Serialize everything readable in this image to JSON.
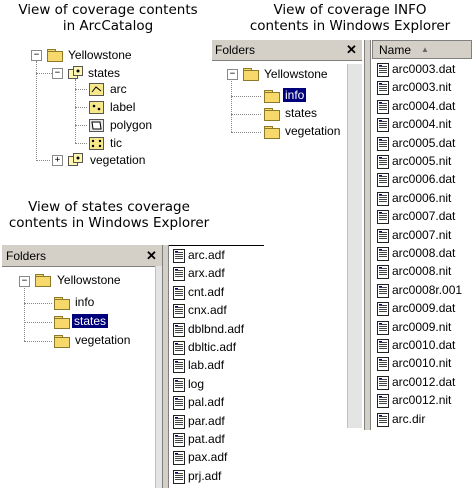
{
  "captions": {
    "arccatalog": [
      "View of coverage contents",
      "in ArcCatalog"
    ],
    "info_explorer": [
      "View of coverage INFO",
      "contents in Windows Explorer"
    ],
    "states_explorer": [
      "View of states coverage",
      "contents in Windows Explorer"
    ]
  },
  "arccatalog_tree": {
    "root": "Yellowstone",
    "states": "states",
    "children": [
      "arc",
      "label",
      "polygon",
      "tic"
    ],
    "vegetation": "vegetation",
    "expand_minus": "−",
    "expand_plus": "+"
  },
  "info_panel": {
    "header": "Folders",
    "close": "✕",
    "root": "Yellowstone",
    "folders": [
      "info",
      "states",
      "vegetation"
    ],
    "list_header": "Name",
    "sort_arrow": "▲",
    "files": [
      "arc0003.dat",
      "arc0003.nit",
      "arc0004.dat",
      "arc0004.nit",
      "arc0005.dat",
      "arc0005.nit",
      "arc0006.dat",
      "arc0006.nit",
      "arc0007.dat",
      "arc0007.nit",
      "arc0008.dat",
      "arc0008.nit",
      "arc0008r.001",
      "arc0009.dat",
      "arc0009.nit",
      "arc0010.dat",
      "arc0010.nit",
      "arc0012.dat",
      "arc0012.nit",
      "arc.dir"
    ]
  },
  "states_panel": {
    "header": "Folders",
    "close": "✕",
    "root": "Yellowstone",
    "folders": [
      "info",
      "states",
      "vegetation"
    ],
    "files": [
      "arc.adf",
      "arx.adf",
      "cnt.adf",
      "cnx.adf",
      "dblbnd.adf",
      "dbltic.adf",
      "lab.adf",
      "log",
      "pal.adf",
      "par.adf",
      "pat.adf",
      "pax.adf",
      "prj.adf"
    ]
  }
}
